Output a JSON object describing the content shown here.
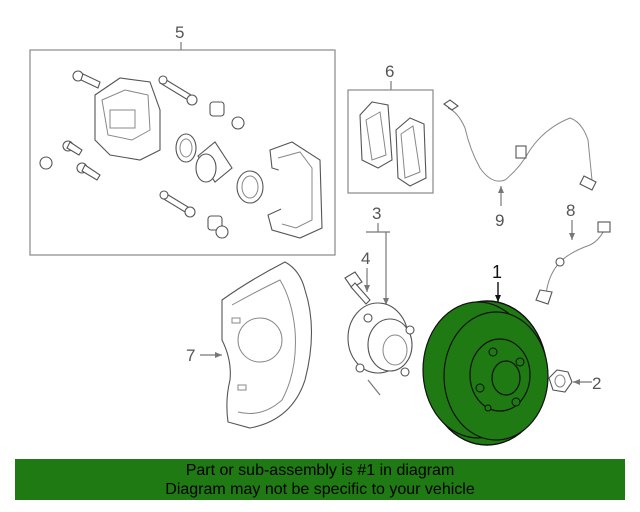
{
  "callouts": {
    "c1": "1",
    "c2": "2",
    "c3": "3",
    "c4": "4",
    "c5": "5",
    "c6": "6",
    "c7": "7",
    "c8": "8",
    "c9": "9"
  },
  "banner": {
    "line1": "Part or sub-assembly is #1 in diagram",
    "line2": "Diagram may not be specific to your vehicle"
  },
  "colors": {
    "highlight": "#1f7a13",
    "banner_bg": "#1f7a13"
  }
}
